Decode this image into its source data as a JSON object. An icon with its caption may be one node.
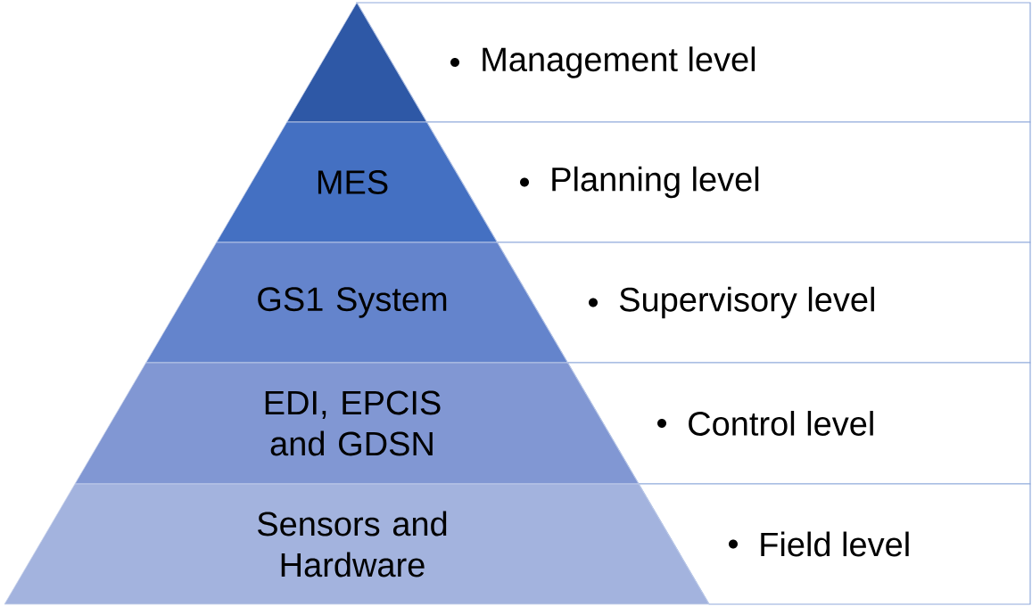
{
  "diagram": {
    "nodes": [
      {
        "text": [],
        "shape": "triangle"
      },
      {
        "text": [
          "MES"
        ]
      },
      {
        "text": [
          "GS1 System"
        ]
      },
      {
        "text": [
          "EDI, EPCIS and GDSN"
        ]
      },
      {
        "text": [
          "Sensors and Hardware"
        ]
      },
      {
        "text": [
          "Management level"
        ]
      },
      {
        "text": [
          "Planning level"
        ]
      },
      {
        "text": [
          "Supervisory level"
        ]
      },
      {
        "text": [
          "Control level"
        ]
      },
      {
        "text": [
          "Field level"
        ]
      }
    ]
  }
}
